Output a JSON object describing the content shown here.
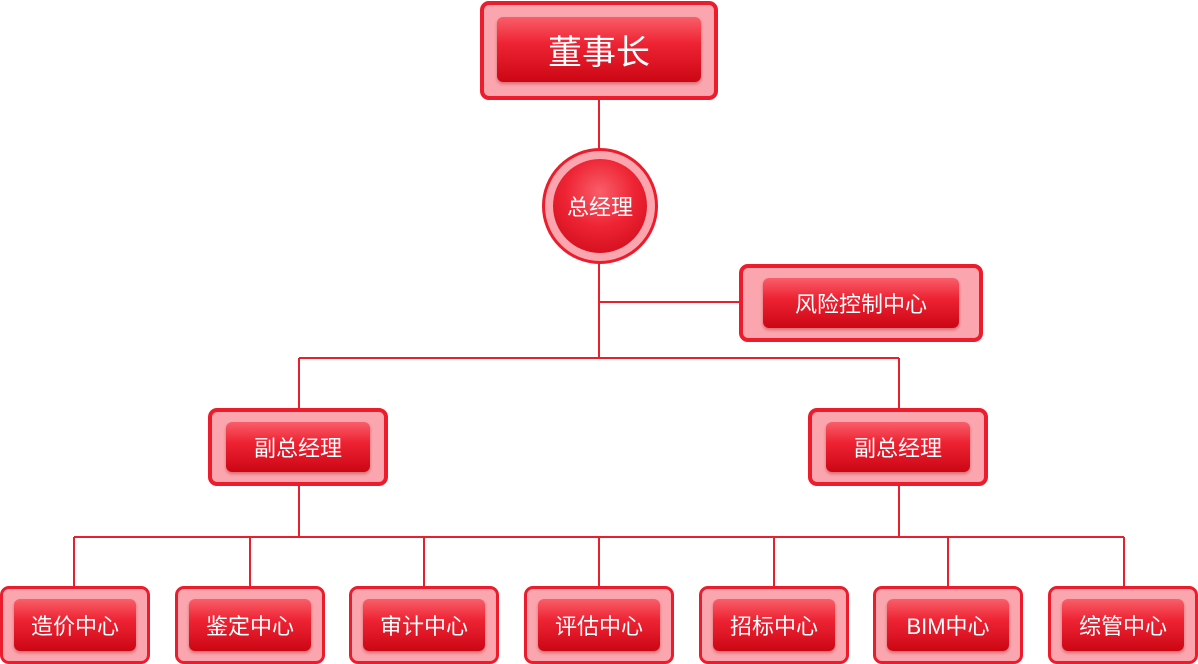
{
  "chairman": "董事长",
  "general_manager": "总经理",
  "risk_control": "风险控制中心",
  "deputy_managers": [
    "副总经理",
    "副总经理"
  ],
  "centers": [
    "造价中心",
    "鉴定中心",
    "审计中心",
    "评估中心",
    "招标中心",
    "BIM中心",
    "综管中心"
  ],
  "colors": {
    "border": "#ec1c2c",
    "frame": "#fba6ae",
    "fill": "#ee2434",
    "line": "#e8202e",
    "text": "#ffffff"
  }
}
